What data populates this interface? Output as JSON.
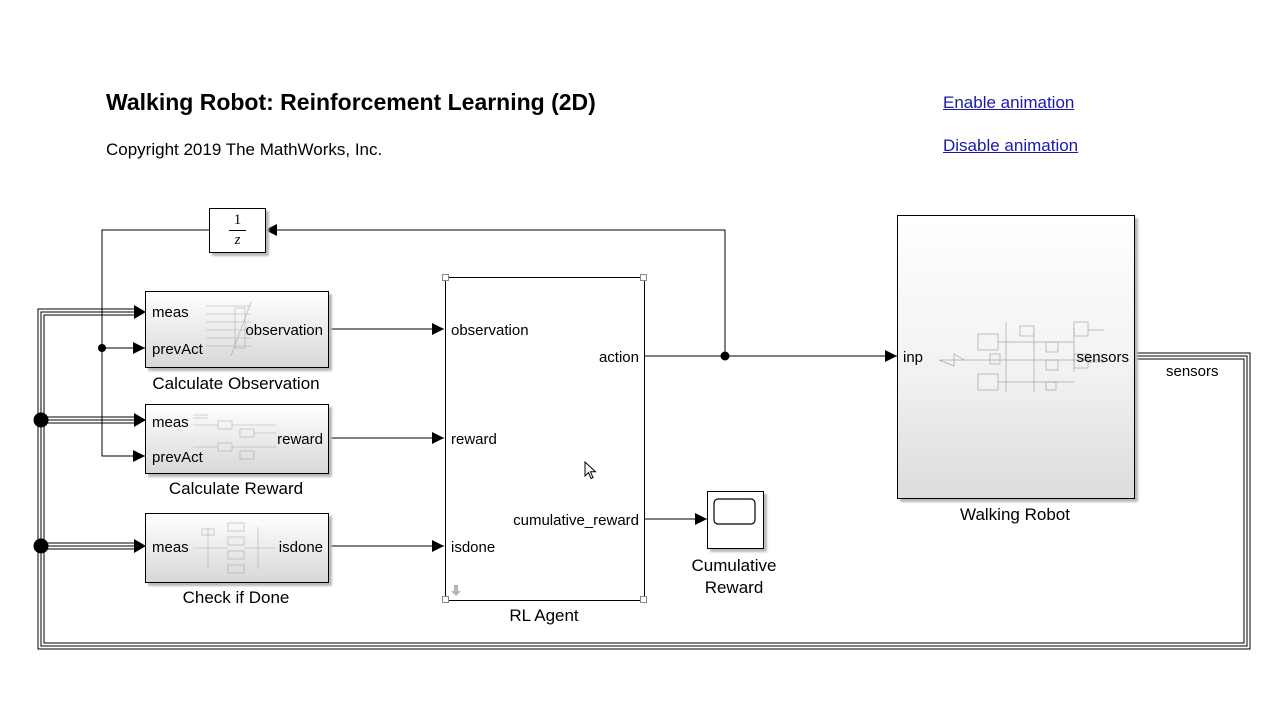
{
  "model": {
    "title": "Walking Robot: Reinforcement Learning (2D)",
    "copyright": "Copyright 2019 The MathWorks, Inc."
  },
  "links": {
    "enable": "Enable animation",
    "disable": "Disable animation"
  },
  "blocks": {
    "unit_delay": {
      "numerator": "1",
      "denominator": "z"
    },
    "calc_observation": {
      "label": "Calculate Observation",
      "in1": "meas",
      "in2": "prevAct",
      "out": "observation"
    },
    "calc_reward": {
      "label": "Calculate Reward",
      "in1": "meas",
      "in2": "prevAct",
      "out": "reward"
    },
    "check_done": {
      "label": "Check if Done",
      "in1": "meas",
      "out": "isdone"
    },
    "rl_agent": {
      "label": "RL Agent",
      "in1": "observation",
      "in2": "reward",
      "in3": "isdone",
      "out1": "action",
      "out2": "cumulative_reward"
    },
    "scope": {
      "label_line1": "Cumulative",
      "label_line2": "Reward"
    },
    "walking_robot": {
      "label": "Walking Robot",
      "in": "inp",
      "out": "sensors"
    }
  },
  "signals": {
    "sensors": "sensors"
  },
  "colors": {
    "link": "#1a1aa6",
    "wire": "#000000",
    "block_border": "#000000",
    "shadow": "#b9b9b9"
  },
  "icons": {
    "cursor": "mouse-pointer-icon",
    "scope": "scope-display-icon",
    "resize": "resize-arrow-icon"
  }
}
